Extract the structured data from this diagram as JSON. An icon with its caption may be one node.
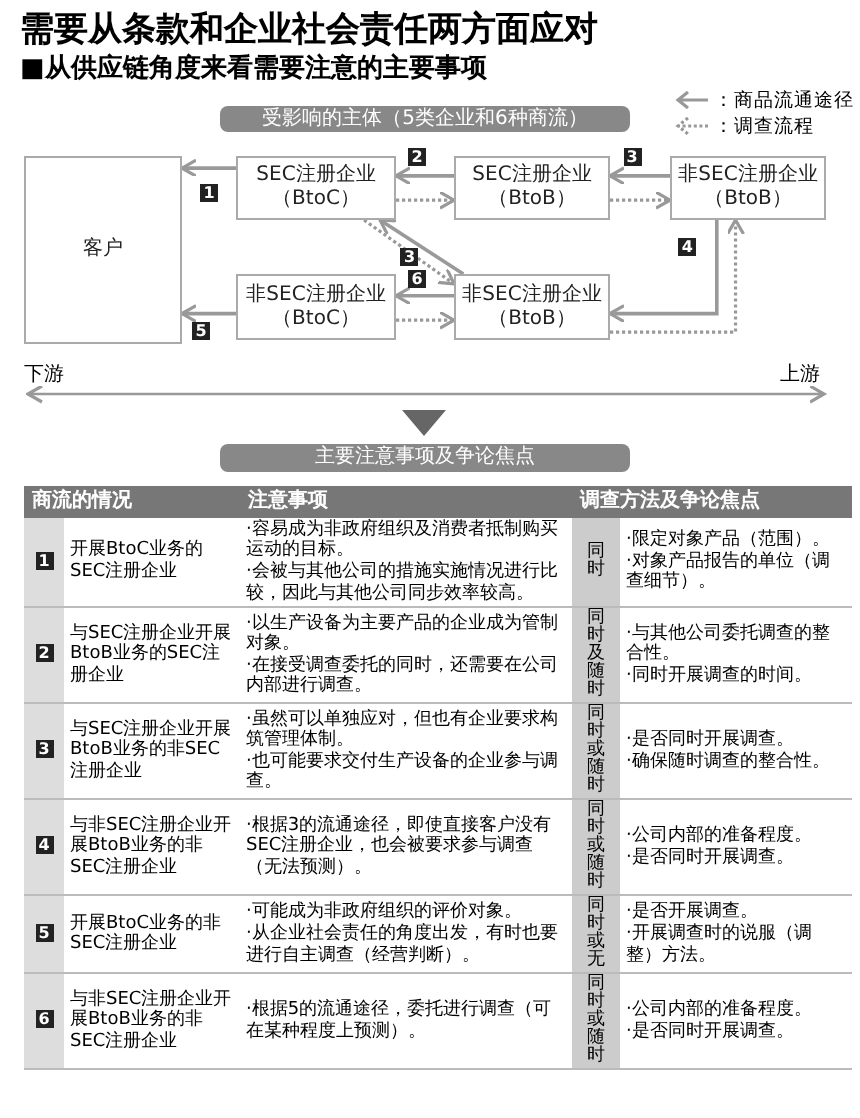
{
  "diagram": {
    "title": "需要从条款和企业社会责任两方面应对",
    "nodes": [
      {
        "text": [
          "受影响的主体（5类企业和6种商流）"
        ]
      },
      {
        "text": [
          "客户"
        ]
      },
      {
        "text": [
          "SEC注册企业（BtoC）"
        ]
      },
      {
        "text": [
          "SEC注册企业（BtoB）"
        ]
      },
      {
        "text": [
          "非SEC注册企业（BtoB）"
        ]
      },
      {
        "text": [
          "非SEC注册企业（BtoC）"
        ]
      },
      {
        "text": [
          "非SEC注册企业（BtoB）"
        ]
      },
      {
        "text": [
          "主要注意事项及争论焦点"
        ]
      }
    ],
    "edges": [
      {
        "from": 2,
        "to": 1,
        "arrow": "to",
        "label": "1"
      },
      {
        "from": 3,
        "to": 2,
        "arrow": "to",
        "label": "2"
      },
      {
        "from": 2,
        "to": 3,
        "arrow": "to",
        "style": "dashed"
      },
      {
        "from": 4,
        "to": 3,
        "arrow": "to",
        "label": "3"
      },
      {
        "from": 3,
        "to": 4,
        "arrow": "to",
        "style": "dashed"
      },
      {
        "from": 6,
        "to": 2,
        "arrow": "to",
        "label": "3"
      },
      {
        "from": 2,
        "to": 6,
        "arrow": "to",
        "style": "dashed"
      },
      {
        "from": 4,
        "to": 6,
        "arrow": "to",
        "label": "4"
      },
      {
        "from": 6,
        "to": 4,
        "arrow": "to",
        "style": "dashed"
      },
      {
        "from": 6,
        "to": 5,
        "arrow": "to",
        "label": "6"
      },
      {
        "from": 5,
        "to": 6,
        "arrow": "to",
        "style": "dashed"
      },
      {
        "from": 5,
        "to": 1,
        "arrow": "to",
        "label": "5"
      }
    ],
    "labels": [
      "■从供应链角度来看需要注意的主要事项",
      "下游",
      "上游",
      "商流的情况",
      "注意事项",
      "调查方法及争论焦点",
      "1",
      "开展BtoC业务的SEC注册企业",
      "·容易成为非政府组织及消费者抵制购买运动的目标。",
      "·会被与其他公司的措施实施情况进行比较，因此与其他公司同步效率较高。",
      "同时",
      "·限定对象产品（范围）。",
      "·对象产品报告的单位（调查细节）。",
      "2",
      "与SEC注册企业开展BtoB业务的SEC注册企业",
      "·以生产设备为主要产品的企业成为管制对象。",
      "·在接受调查委托的同时，还需要在公司内部进行调查。",
      "同时及随时",
      "·与其他公司委托调查的整合性。",
      "·同时开展调查的时间。",
      "3",
      "与SEC注册企业开展BtoB业务的非SEC注册企业",
      "·虽然可以单独应对，但也有企业要求构筑管理体制。",
      "·也可能要求交付生产设备的企业参与调查。",
      "同时或随时",
      "·是否同时开展调查。",
      "·确保随时调查的整合性。",
      "4",
      "与非SEC注册企业开展BtoB业务的非SEC注册企业",
      "·根据3的流通途径，即使直接客户没有SEC注册企业，也会被要求参与调查（无法预测）。",
      "同时或随时",
      "·公司内部的准备程度。",
      "·是否同时开展调查。",
      "5",
      "开展BtoC业务的非SEC注册企业",
      "·可能成为非政府组织的评价对象。",
      "·从企业社会责任的角度出发，有时也要进行自主调查（经营判断）。",
      "同时或无",
      "·是否开展调查。",
      "·开展调查时的说服（调整）方法。",
      "6",
      "与非SEC注册企业开展BtoB业务的非SEC注册企业",
      "·根据5的流通途径，委托进行调查（可在某种程度上预测）。",
      "同时或随时",
      "·公司内部的准备程度。",
      "·是否同时开展调查。"
    ],
    "legend": [
      {
        "text": "：商品流通途径"
      },
      {
        "text": "：调查流程"
      }
    ]
  }
}
